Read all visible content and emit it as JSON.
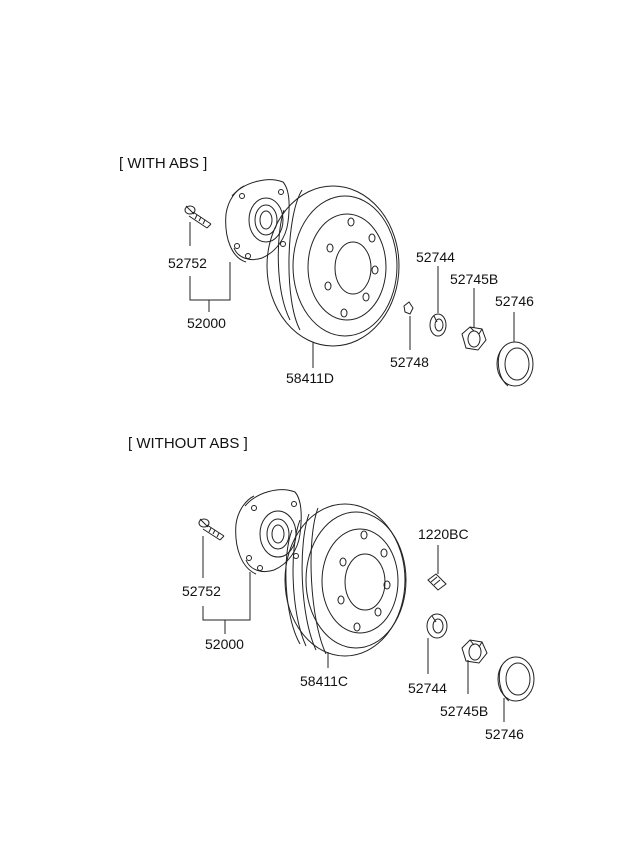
{
  "sections": {
    "with_abs": {
      "title": "[ WITH ABS ]",
      "labels": {
        "bolt": "52752",
        "hub": "52000",
        "disc": "58411D",
        "washer": "52744",
        "nut": "52745B",
        "cap": "52746",
        "pin": "52748"
      }
    },
    "without_abs": {
      "title": "[ WITHOUT ABS ]",
      "labels": {
        "bolt": "52752",
        "hub": "52000",
        "drum": "58411C",
        "screw": "1220BC",
        "washer": "52744",
        "nut": "52745B",
        "cap": "52746"
      }
    }
  }
}
